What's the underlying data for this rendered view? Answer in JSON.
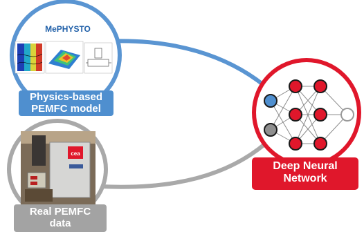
{
  "physics_model": {
    "software_title": "MePHYSTO",
    "label_lines": [
      "Physics-based",
      "PEMFC model"
    ]
  },
  "real_data": {
    "label_lines": [
      "Real PEMFC",
      "data"
    ],
    "device_logo_text": "cea"
  },
  "neural_network": {
    "label_lines": [
      "Deep Neural",
      "Network"
    ],
    "layers": [
      {
        "role": "input",
        "nodes": [
          "physics-input",
          "real-data-input"
        ]
      },
      {
        "role": "hidden",
        "nodes": 3
      },
      {
        "role": "hidden",
        "nodes": 3
      },
      {
        "role": "output",
        "nodes": 1
      }
    ]
  },
  "colors": {
    "physics_blue": "#4f8fcf",
    "real_gray": "#a3a3a3",
    "network_red": "#e0172b",
    "node_dark_outline": "#1a1a1a"
  }
}
